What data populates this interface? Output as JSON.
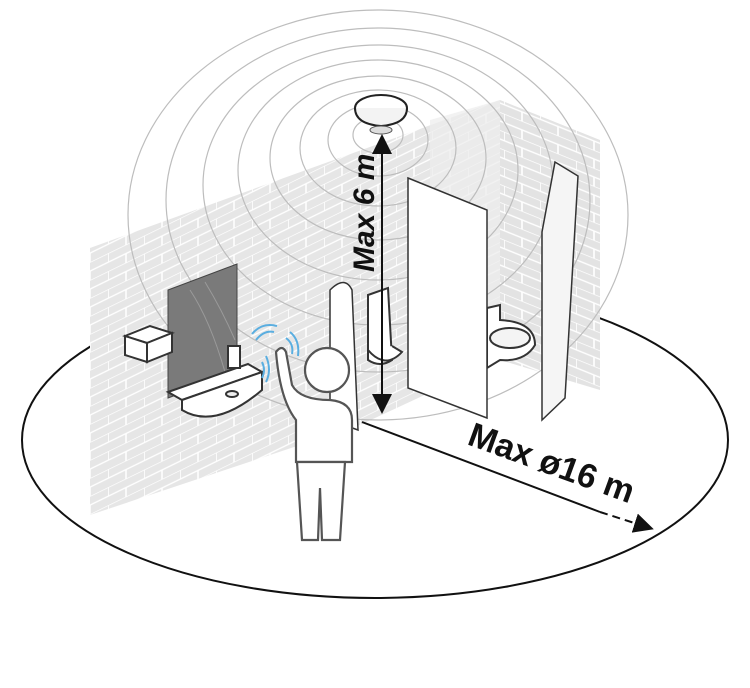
{
  "diagram": {
    "title": "Sensor detection range in restroom",
    "labels": {
      "height": "Max 6 m",
      "diameter": "Max ø16 m"
    },
    "colors": {
      "wall": "#e6e6e6",
      "brick_line": "#ffffff",
      "mirror": "#7a7a7a",
      "outline": "#333333",
      "wave_blue": "#5aaee0",
      "detection_rings": "#bdbdbd",
      "floor_ellipse": "#111111"
    },
    "elements": [
      {
        "id": "ceiling-sensor",
        "label": "Ceiling sensor"
      },
      {
        "id": "detection-waves",
        "label": "Detection waves"
      },
      {
        "id": "brick-wall-left",
        "label": "Left brick wall"
      },
      {
        "id": "brick-wall-back",
        "label": "Back brick wall"
      },
      {
        "id": "mirror",
        "label": "Mirror"
      },
      {
        "id": "paper-dispenser",
        "label": "Dispenser box"
      },
      {
        "id": "soap-dispenser",
        "label": "Soap dispenser"
      },
      {
        "id": "sink",
        "label": "Sink"
      },
      {
        "id": "person",
        "label": "Person waving"
      },
      {
        "id": "urinal",
        "label": "Urinal"
      },
      {
        "id": "toilet",
        "label": "Toilet"
      },
      {
        "id": "stall-partitions",
        "label": "Stall partitions"
      },
      {
        "id": "floor-range-ellipse",
        "label": "Detection floor range"
      }
    ]
  }
}
